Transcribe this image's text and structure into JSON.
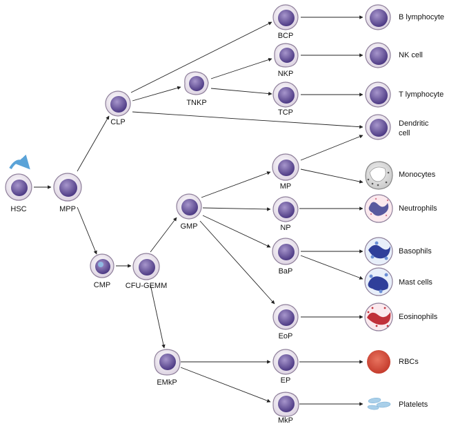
{
  "nodes": {
    "hsc": "HSC",
    "mpp": "MPP",
    "clp": "CLP",
    "cmp": "CMP",
    "cfu": "CFU-GEMM",
    "tnkp": "TNKP",
    "bcp": "BCP",
    "nkp": "NKP",
    "tcp": "TCP",
    "gmp": "GMP",
    "mp": "MP",
    "np": "NP",
    "bap": "BaP",
    "eop": "EoP",
    "emkp": "EMkP",
    "ep": "EP",
    "mkp": "MkP"
  },
  "outputs": {
    "b_lymphocyte": "B lymphocyte",
    "nk_cell": "NK cell",
    "t_lymphocyte": "T lymphocyte",
    "dendritic_line1": "Dendritic",
    "dendritic_line2": "cell",
    "monocytes": "Monocytes",
    "neutrophils": "Neutrophils",
    "basophils": "Basophils",
    "mast_cells": "Mast cells",
    "eosinophils": "Eosinophils",
    "rbcs": "RBCs",
    "platelets": "Platelets"
  },
  "colors": {
    "cell_body": "#efe9f1",
    "cell_outline": "#8e7f9a",
    "nucleus": "#6a559a",
    "self_renew_arrow": "#5aa3d8",
    "rbc": "#d9503f",
    "platelet": "#a9cfe9",
    "neutrophil_nucleus": "#d97a8f",
    "basophil_granules": "#2f3f9a",
    "eosinophil_granules": "#c0303a",
    "monocyte": "#d8d8d8"
  }
}
